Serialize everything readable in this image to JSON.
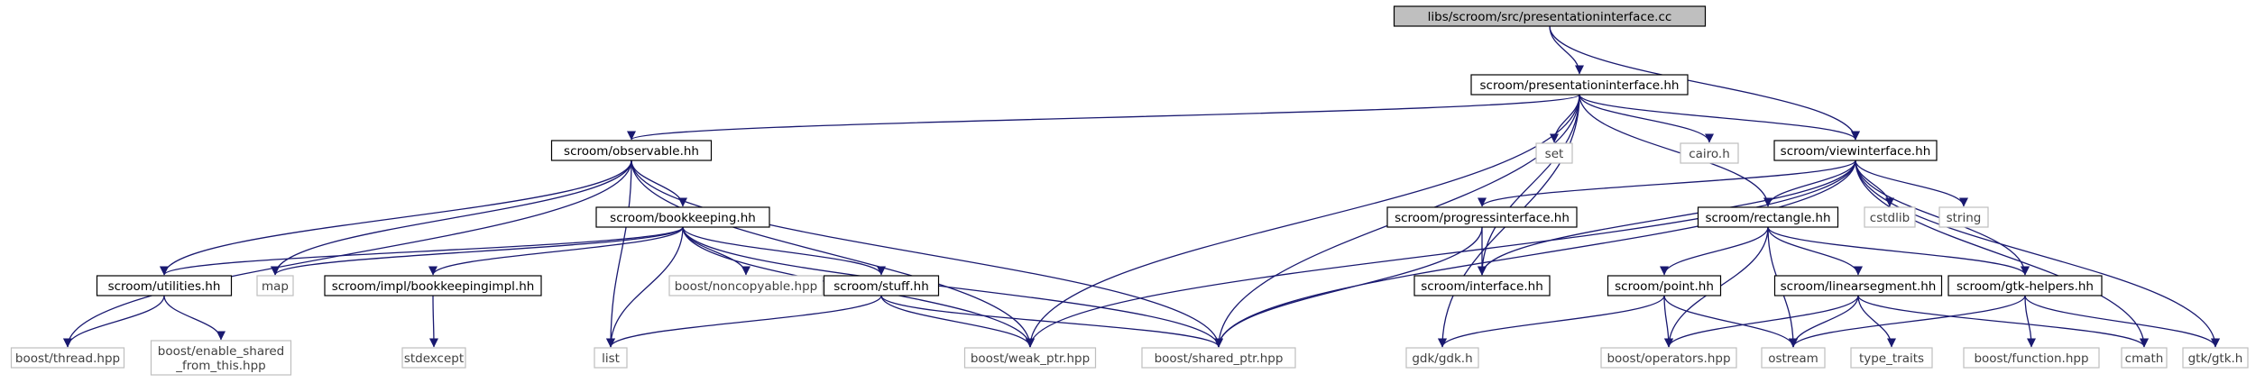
{
  "diagram": {
    "nodes": [
      {
        "id": "root",
        "label": "libs/scroom/src/presentationinterface.cc",
        "style": "root"
      },
      {
        "id": "pi",
        "label": "scroom/presentationinterface.hh",
        "style": "local"
      },
      {
        "id": "obs",
        "label": "scroom/observable.hh",
        "style": "local"
      },
      {
        "id": "vi",
        "label": "scroom/viewinterface.hh",
        "style": "local"
      },
      {
        "id": "set",
        "label": "set",
        "style": "system"
      },
      {
        "id": "cairo",
        "label": "cairo.h",
        "style": "system"
      },
      {
        "id": "bk",
        "label": "scroom/bookkeeping.hh",
        "style": "local"
      },
      {
        "id": "progi",
        "label": "scroom/progressinterface.hh",
        "style": "local"
      },
      {
        "id": "rect",
        "label": "scroom/rectangle.hh",
        "style": "local"
      },
      {
        "id": "cstdlib",
        "label": "cstdlib",
        "style": "system"
      },
      {
        "id": "string",
        "label": "string",
        "style": "system"
      },
      {
        "id": "util",
        "label": "scroom/utilities.hh",
        "style": "local"
      },
      {
        "id": "map",
        "label": "map",
        "style": "system"
      },
      {
        "id": "bkimpl",
        "label": "scroom/impl/bookkeepingimpl.hh",
        "style": "local"
      },
      {
        "id": "noncopy",
        "label": "boost/noncopyable.hpp",
        "style": "system"
      },
      {
        "id": "stuff",
        "label": "scroom/stuff.hh",
        "style": "local"
      },
      {
        "id": "iface",
        "label": "scroom/interface.hh",
        "style": "local"
      },
      {
        "id": "point",
        "label": "scroom/point.hh",
        "style": "local"
      },
      {
        "id": "lineseg",
        "label": "scroom/linearsegment.hh",
        "style": "local"
      },
      {
        "id": "gtkh",
        "label": "scroom/gtk-helpers.hh",
        "style": "local"
      },
      {
        "id": "thread",
        "label": "boost/thread.hpp",
        "style": "system"
      },
      {
        "id": "esft",
        "label": [
          "boost/enable_shared",
          "_from_this.hpp"
        ],
        "style": "system"
      },
      {
        "id": "stdexcept",
        "label": "stdexcept",
        "style": "system"
      },
      {
        "id": "list",
        "label": "list",
        "style": "system"
      },
      {
        "id": "weak",
        "label": "boost/weak_ptr.hpp",
        "style": "system"
      },
      {
        "id": "shared",
        "label": "boost/shared_ptr.hpp",
        "style": "system"
      },
      {
        "id": "gdk",
        "label": "gdk/gdk.h",
        "style": "system"
      },
      {
        "id": "ops",
        "label": "boost/operators.hpp",
        "style": "system"
      },
      {
        "id": "ostream",
        "label": "ostream",
        "style": "system"
      },
      {
        "id": "tt",
        "label": "type_traits",
        "style": "system"
      },
      {
        "id": "func",
        "label": "boost/function.hpp",
        "style": "system"
      },
      {
        "id": "cmath",
        "label": "cmath",
        "style": "system"
      },
      {
        "id": "gtk",
        "label": "gtk/gtk.h",
        "style": "system"
      }
    ],
    "edges": [
      [
        "root",
        "pi"
      ],
      [
        "root",
        "vi"
      ],
      [
        "pi",
        "obs"
      ],
      [
        "pi",
        "set"
      ],
      [
        "pi",
        "cairo"
      ],
      [
        "pi",
        "vi"
      ],
      [
        "pi",
        "rect"
      ],
      [
        "pi",
        "iface"
      ],
      [
        "pi",
        "weak"
      ],
      [
        "pi",
        "shared"
      ],
      [
        "pi",
        "gdk"
      ],
      [
        "obs",
        "bk"
      ],
      [
        "obs",
        "util"
      ],
      [
        "obs",
        "map"
      ],
      [
        "obs",
        "thread"
      ],
      [
        "obs",
        "list"
      ],
      [
        "obs",
        "weak"
      ],
      [
        "obs",
        "shared"
      ],
      [
        "vi",
        "progi"
      ],
      [
        "vi",
        "rect"
      ],
      [
        "vi",
        "cstdlib"
      ],
      [
        "vi",
        "string"
      ],
      [
        "vi",
        "gtkh"
      ],
      [
        "vi",
        "iface"
      ],
      [
        "vi",
        "weak"
      ],
      [
        "vi",
        "shared"
      ],
      [
        "vi",
        "cmath"
      ],
      [
        "vi",
        "gtk"
      ],
      [
        "bk",
        "util"
      ],
      [
        "bk",
        "map"
      ],
      [
        "bk",
        "bkimpl"
      ],
      [
        "bk",
        "noncopy"
      ],
      [
        "bk",
        "stuff"
      ],
      [
        "bk",
        "list"
      ],
      [
        "bk",
        "weak"
      ],
      [
        "bk",
        "shared"
      ],
      [
        "progi",
        "iface"
      ],
      [
        "progi",
        "shared"
      ],
      [
        "rect",
        "point"
      ],
      [
        "rect",
        "lineseg"
      ],
      [
        "rect",
        "gtkh"
      ],
      [
        "rect",
        "ostream"
      ],
      [
        "rect",
        "ops"
      ],
      [
        "util",
        "thread"
      ],
      [
        "util",
        "esft"
      ],
      [
        "bkimpl",
        "stdexcept"
      ],
      [
        "stuff",
        "list"
      ],
      [
        "stuff",
        "weak"
      ],
      [
        "stuff",
        "shared"
      ],
      [
        "point",
        "gdk"
      ],
      [
        "point",
        "ops"
      ],
      [
        "point",
        "ostream"
      ],
      [
        "lineseg",
        "ops"
      ],
      [
        "lineseg",
        "ostream"
      ],
      [
        "lineseg",
        "tt"
      ],
      [
        "lineseg",
        "cmath"
      ],
      [
        "gtkh",
        "ostream"
      ],
      [
        "gtkh",
        "func"
      ],
      [
        "gtkh",
        "gtk"
      ]
    ]
  },
  "colors": {
    "edge": "#191970",
    "local_border": "#000000",
    "local_fill": "#ffffff",
    "system_border": "#bfbfbf",
    "system_text": "#404040",
    "root_fill": "#bfbfbf",
    "root_border": "#000000",
    "text": "#000000"
  }
}
